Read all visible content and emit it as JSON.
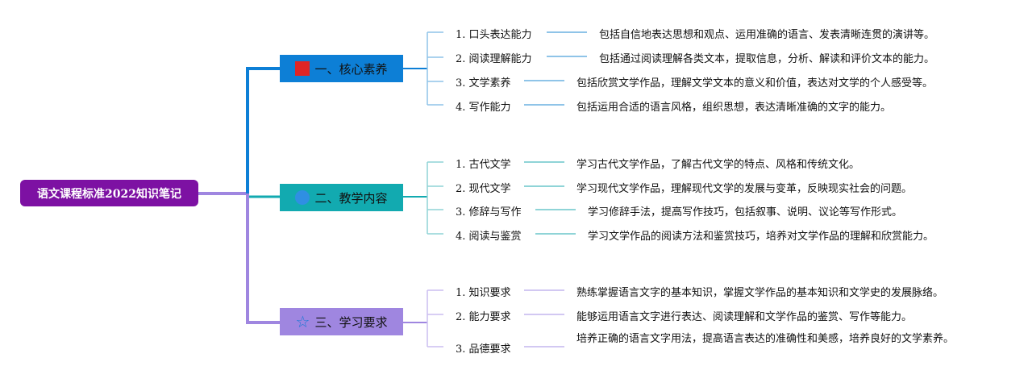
{
  "root": {
    "title": "语文课程标准2022知识笔记"
  },
  "colors": {
    "root": "#7d11a3",
    "branch1": "#0d7fd6",
    "branch2": "#12aab0",
    "branch3": "#9f86e0"
  },
  "branches": [
    {
      "label": "一、核心素养",
      "icon": "flag-icon",
      "items": [
        {
          "label": "1. 口头表达能力",
          "desc": "包括自信地表达思想和观点、运用准确的语言、发表清晰连贯的演讲等。"
        },
        {
          "label": "2. 阅读理解能力",
          "desc": "包括通过阅读理解各类文本，提取信息，分析、解读和评价文本的能力。"
        },
        {
          "label": "3. 文学素养",
          "desc": "包括欣赏文学作品，理解文学文本的意义和价值，表达对文学的个人感受等。"
        },
        {
          "label": "4. 写作能力",
          "desc": "包括运用合适的语言风格，组织思想，表达清晰准确的文字的能力。"
        }
      ]
    },
    {
      "label": "二、教学内容",
      "icon": "circle-icon",
      "items": [
        {
          "label": "1. 古代文学",
          "desc": "学习古代文学作品，了解古代文学的特点、风格和传统文化。"
        },
        {
          "label": "2. 现代文学",
          "desc": "学习现代文学作品，理解现代文学的发展与变革，反映现实社会的问题。"
        },
        {
          "label": "3. 修辞与写作",
          "desc": "学习修辞手法，提高写作技巧，包括叙事、说明、议论等写作形式。"
        },
        {
          "label": "4. 阅读与鉴赏",
          "desc": "学习文学作品的阅读方法和鉴赏技巧，培养对文学作品的理解和欣赏能力。"
        }
      ]
    },
    {
      "label": "三、学习要求",
      "icon": "star-icon",
      "items": [
        {
          "label": "1. 知识要求",
          "desc": "熟练掌握语言文字的基本知识，掌握文学作品的基本知识和文学史的发展脉络。"
        },
        {
          "label": "2. 能力要求",
          "desc": "能够运用语言文字进行表达、阅读理解和文学作品的鉴赏、写作等能力。"
        },
        {
          "label": "3. 品德要求",
          "desc": "培养正确的语言文字用法，提高语言表达的准确性和美感，培养良好的文学素养。"
        }
      ]
    }
  ]
}
